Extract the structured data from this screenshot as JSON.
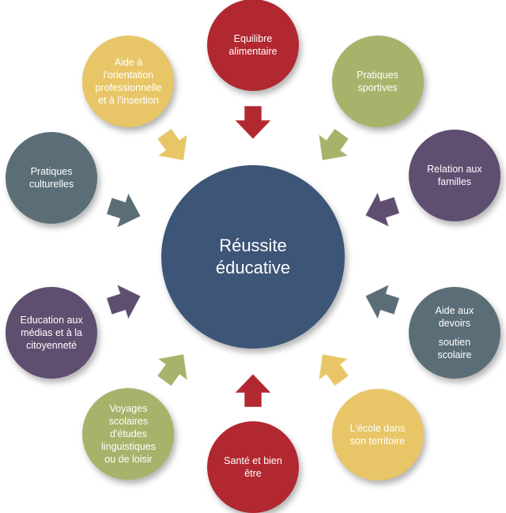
{
  "center": {
    "lines": [
      "Réussite",
      "éducative"
    ],
    "color": "#3d5577"
  },
  "satellites": [
    {
      "id": "equilibre-alimentaire",
      "lines": [
        "Equilibre",
        "alimentaire"
      ],
      "color": "#b22830",
      "arrow_color": "#b22830"
    },
    {
      "id": "pratiques-sportives",
      "lines": [
        "Pratiques",
        "sportives"
      ],
      "color": "#a8b26a",
      "arrow_color": "#a8b26a"
    },
    {
      "id": "relation-aux-familles",
      "lines": [
        "Relation aux",
        "familles"
      ],
      "color": "#5e4e6f",
      "arrow_color": "#5e4e6f"
    },
    {
      "id": "aide-aux-devoirs",
      "lines": [
        "Aide aux",
        "devoirs",
        "",
        "soutien",
        "scolaire"
      ],
      "color": "#5b6e78",
      "arrow_color": "#5b6e78"
    },
    {
      "id": "ecole-dans-son-territoire",
      "lines": [
        "L'école dans",
        "son territoire"
      ],
      "color": "#e8c667",
      "arrow_color": "#e8c667"
    },
    {
      "id": "sante-et-bien-etre",
      "lines": [
        "Santé et bien",
        "être"
      ],
      "color": "#b22830",
      "arrow_color": "#b22830"
    },
    {
      "id": "voyages-scolaires",
      "lines": [
        "Voyages",
        "scolaires",
        "d'études",
        "linguistiques",
        "ou de loisir"
      ],
      "color": "#a8b26a",
      "arrow_color": "#a8b26a"
    },
    {
      "id": "education-aux-medias",
      "lines": [
        "Education aux",
        "médias et à la",
        "citoyenneté"
      ],
      "color": "#5e4e6f",
      "arrow_color": "#5e4e6f"
    },
    {
      "id": "pratiques-culturelles",
      "lines": [
        "Pratiques",
        "culturelles"
      ],
      "color": "#5b6e78",
      "arrow_color": "#5b6e78"
    },
    {
      "id": "aide-orientation",
      "lines": [
        "Aide à",
        "l'orientation",
        "professionnelle",
        "et à l'insertion"
      ],
      "color": "#e8c667",
      "arrow_color": "#e8c667"
    }
  ]
}
